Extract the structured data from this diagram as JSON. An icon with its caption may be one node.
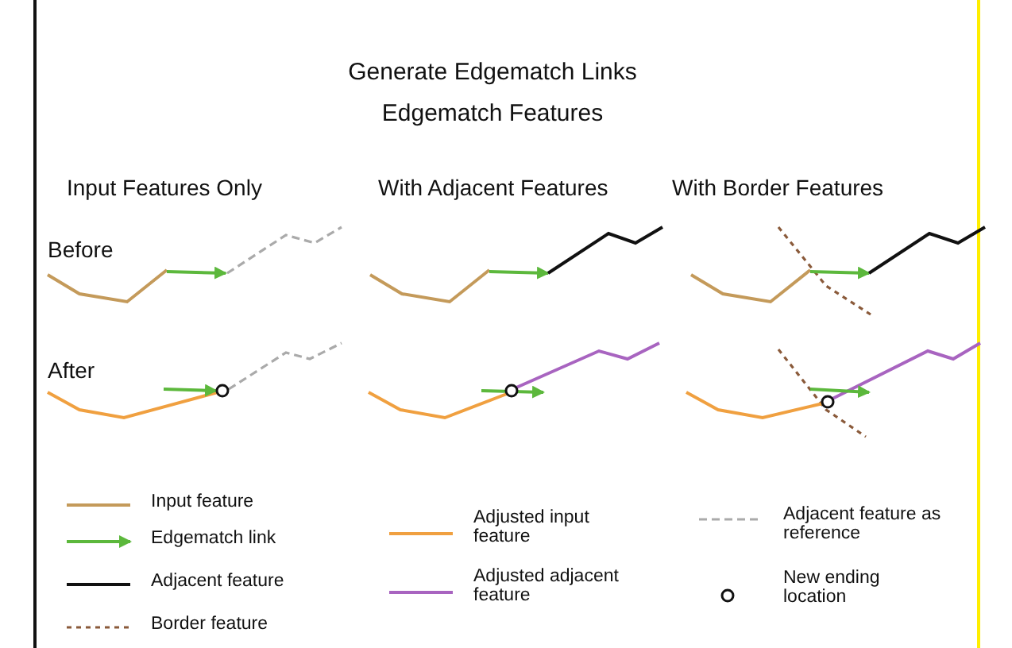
{
  "diagram": {
    "title": "Generate Edgematch Links",
    "labels": [
      "Edgematch Features",
      "Input Features Only",
      "With Adjacent Features",
      "With Border Features",
      "Before",
      "After"
    ],
    "legend": [
      {
        "text": "Input feature"
      },
      {
        "text": "Edgematch link"
      },
      {
        "text": "Adjacent feature"
      },
      {
        "text": "Border feature"
      },
      {
        "text": "Adjusted input feature"
      },
      {
        "text": "Adjusted adjacent feature"
      },
      {
        "text": "Adjacent feature as reference"
      },
      {
        "text": "New ending location"
      }
    ]
  }
}
